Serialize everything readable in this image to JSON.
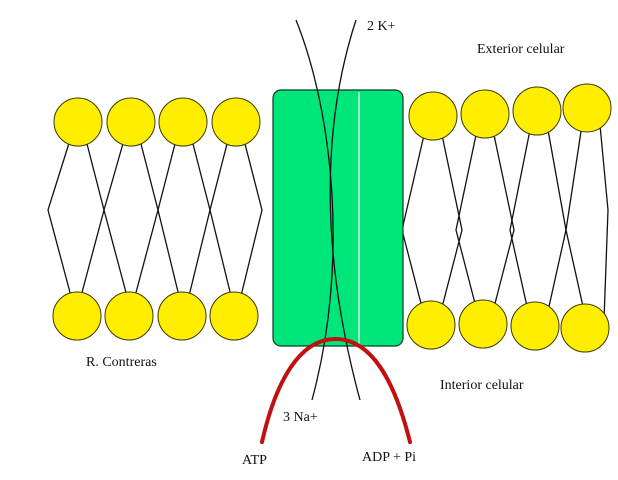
{
  "labels": {
    "exterior": "Exterior celular",
    "interior": "Interior celular",
    "author": "R. Contreras",
    "potassium": "2 K+",
    "sodium": "3 Na+",
    "atp": "ATP",
    "adp": "ADP + Pi"
  },
  "colors": {
    "lipid_head": "#ffee00",
    "lipid_outline": "#3a3a00",
    "protein": "#00e67a",
    "protein_outline": "#0c3a22",
    "atp_curve": "#c01010",
    "line": "#111111"
  }
}
